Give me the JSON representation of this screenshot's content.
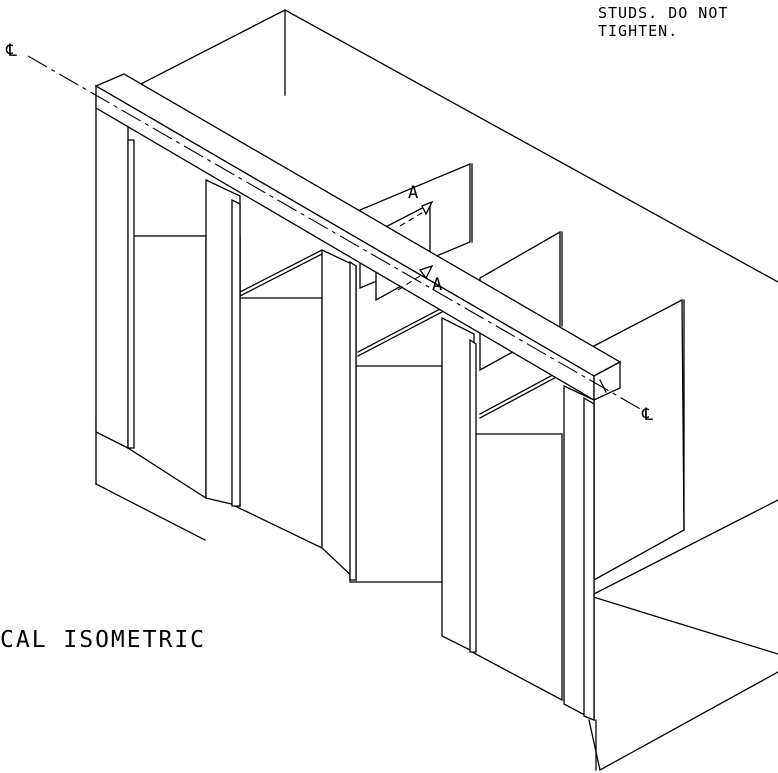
{
  "note": {
    "line1": "STUDS.  DO NOT",
    "line2": "TIGHTEN."
  },
  "caption": "CAL ISOMETRIC",
  "centerline_markers": {
    "left": "℄",
    "right": "℄"
  },
  "section_markers": {
    "upper": "A",
    "lower": "A"
  }
}
